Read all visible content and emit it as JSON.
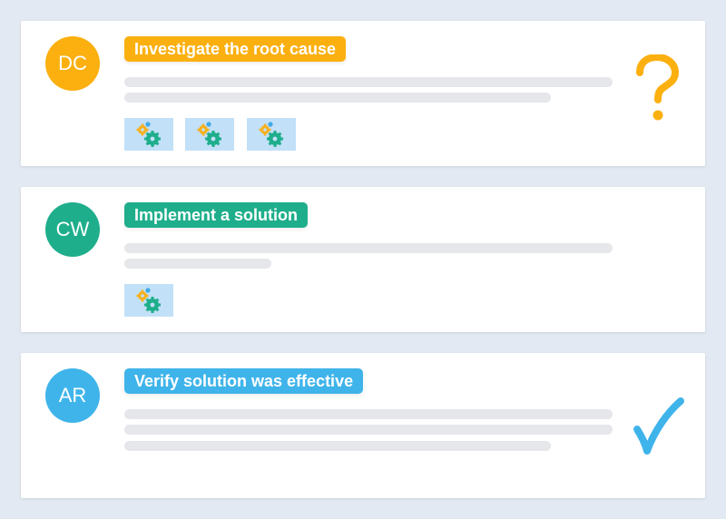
{
  "colors": {
    "background": "#e3e9f2",
    "card": "#ffffff",
    "placeholder_line": "#e6e7ea",
    "orange": "#fbb010",
    "green": "#1fae8b",
    "blue": "#3fb4ea",
    "thumbnail": "#c2e0f7"
  },
  "tasks": [
    {
      "initials": "DC",
      "title": "Investigate the root cause",
      "color": "#fbb010",
      "status_icon": "question-mark-icon",
      "status_glyph": "?",
      "attachments": [
        "gears-image-icon",
        "gears-image-icon",
        "gears-image-icon"
      ]
    },
    {
      "initials": "CW",
      "title": "Implement a solution",
      "color": "#1fae8b",
      "status_icon": "",
      "attachments": [
        "gears-image-icon"
      ]
    },
    {
      "initials": "AR",
      "title": "Verify solution was effective",
      "color": "#3fb4ea",
      "status_icon": "checkmark-icon",
      "status_glyph": "✓",
      "attachments": []
    }
  ]
}
